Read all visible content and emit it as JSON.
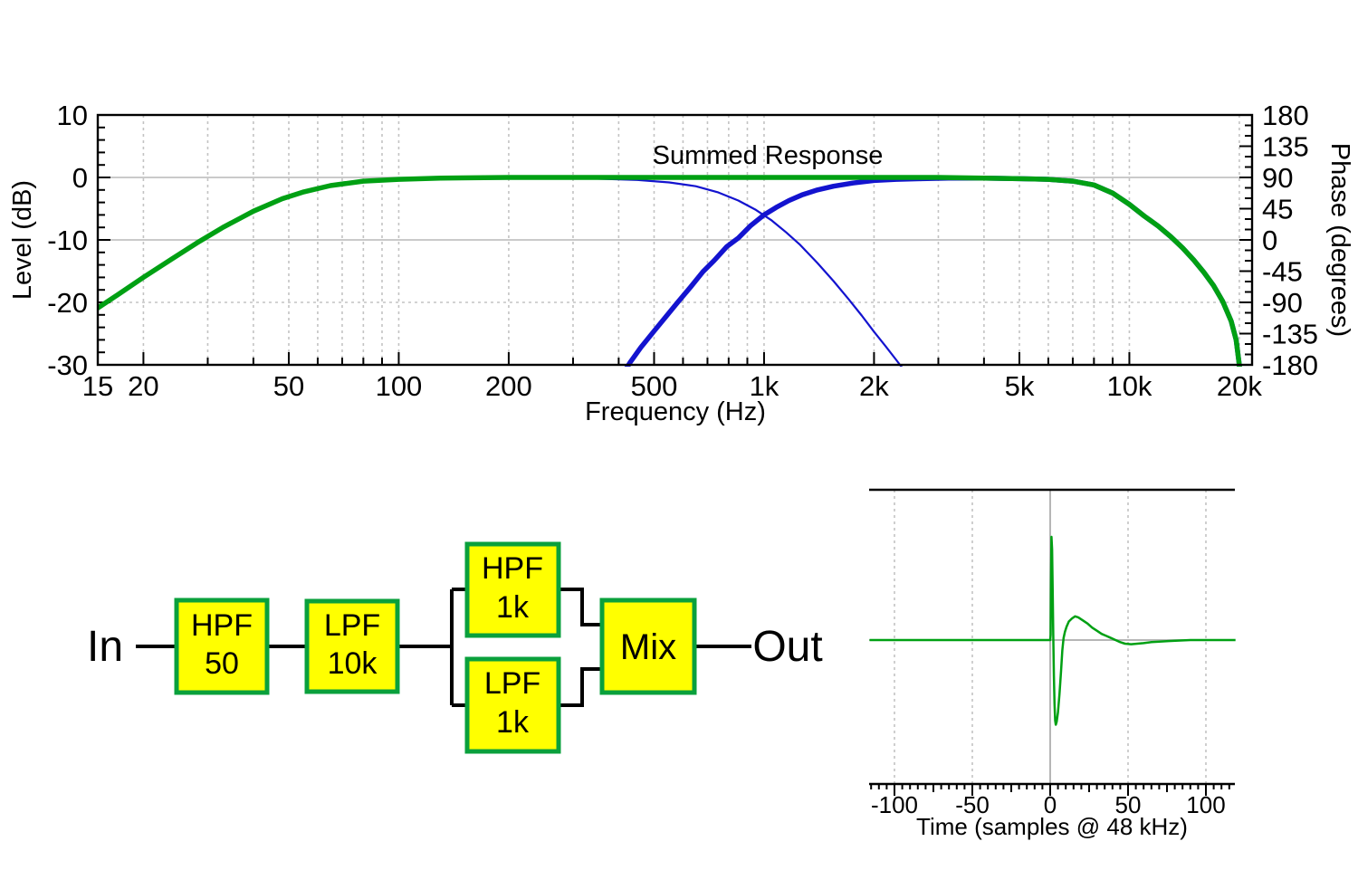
{
  "background": "#ffffff",
  "colors": {
    "curve_green": "#00a013",
    "curve_blue": "#1313cf",
    "grid_gray": "#c3c3c3",
    "axis_black": "#000000",
    "impulse_gray": "#b6b6b6",
    "box_fill": "#ffff00",
    "box_border": "#0aa03c",
    "connector": "#000000"
  },
  "chart_data": [
    {
      "id": "frequency-response",
      "type": "line",
      "annotation": "Summed Response",
      "xlabel": "Frequency (Hz)",
      "ylabel": "Level (dB)",
      "ylabel_right": "Phase (degrees)",
      "x_scale": "log",
      "xlim": [
        15,
        21700
      ],
      "ylim": [
        -30,
        10
      ],
      "y2lim": [
        -180,
        180
      ],
      "grid": true,
      "legend": "none",
      "x_major_ticks": [
        {
          "value": 15,
          "label": "15"
        },
        {
          "value": 20,
          "label": "20"
        },
        {
          "value": 50,
          "label": "50"
        },
        {
          "value": 100,
          "label": "100"
        },
        {
          "value": 200,
          "label": "200"
        },
        {
          "value": 500,
          "label": "500"
        },
        {
          "value": 1000,
          "label": "1k"
        },
        {
          "value": 2000,
          "label": "2k"
        },
        {
          "value": 5000,
          "label": "5k"
        },
        {
          "value": 10000,
          "label": "10k"
        },
        {
          "value": 20000,
          "label": "20k"
        }
      ],
      "x_minor_values": [
        30,
        40,
        60,
        70,
        80,
        90,
        300,
        400,
        600,
        700,
        800,
        900,
        3000,
        4000,
        6000,
        7000,
        8000,
        9000
      ],
      "y_left_ticks": [
        10,
        0,
        -10,
        -20,
        -30
      ],
      "y_left_minor_step": 2,
      "y_right_ticks": [
        180,
        135,
        90,
        45,
        0,
        -45,
        -90,
        -135,
        -180
      ],
      "y_right_minor_step": 15,
      "solid_hgrid_db": [
        0,
        -10
      ],
      "dashed_hgrid_db": [
        -20
      ],
      "series": [
        {
          "name": "LPF 1k branch",
          "color_key": "curve_blue",
          "width": 2.2,
          "points": [
            [
              15,
              -20.9
            ],
            [
              17,
              -18.8
            ],
            [
              20,
              -16
            ],
            [
              24,
              -13
            ],
            [
              28,
              -10.5
            ],
            [
              33,
              -8
            ],
            [
              40,
              -5.4
            ],
            [
              48,
              -3.4
            ],
            [
              55,
              -2.3
            ],
            [
              65,
              -1.3
            ],
            [
              80,
              -0.6
            ],
            [
              100,
              -0.3
            ],
            [
              150,
              -0.1
            ],
            [
              250,
              -0.1
            ],
            [
              350,
              -0.2
            ],
            [
              450,
              -0.4
            ],
            [
              550,
              -0.8
            ],
            [
              650,
              -1.4
            ],
            [
              750,
              -2.4
            ],
            [
              850,
              -3.7
            ],
            [
              950,
              -5.2
            ],
            [
              1050,
              -6.9
            ],
            [
              1150,
              -8.8
            ],
            [
              1250,
              -10.7
            ],
            [
              1400,
              -13.7
            ],
            [
              1550,
              -16.6
            ],
            [
              1700,
              -19.4
            ],
            [
              1850,
              -22.1
            ],
            [
              2000,
              -24.7
            ],
            [
              2150,
              -27
            ],
            [
              2300,
              -29.2
            ],
            [
              2500,
              -32
            ]
          ]
        },
        {
          "name": "HPF 1k branch",
          "color_key": "curve_blue",
          "width": 5.5,
          "points": [
            [
              410,
              -31.5
            ],
            [
              430,
              -29.6
            ],
            [
              460,
              -27.2
            ],
            [
              500,
              -24.6
            ],
            [
              540,
              -22.2
            ],
            [
              580,
              -20
            ],
            [
              630,
              -17.5
            ],
            [
              680,
              -15.1
            ],
            [
              730,
              -13.3
            ],
            [
              790,
              -11.1
            ],
            [
              850,
              -9.7
            ],
            [
              920,
              -7.7
            ],
            [
              1000,
              -6
            ],
            [
              1080,
              -4.8
            ],
            [
              1170,
              -3.7
            ],
            [
              1270,
              -2.8
            ],
            [
              1400,
              -2
            ],
            [
              1550,
              -1.4
            ],
            [
              1750,
              -0.9
            ],
            [
              2000,
              -0.5
            ],
            [
              2300,
              -0.3
            ],
            [
              2700,
              -0.2
            ],
            [
              3200,
              -0.1
            ],
            [
              4000,
              -0.1
            ],
            [
              5000,
              -0.2
            ],
            [
              6000,
              -0.3
            ],
            [
              7000,
              -0.6
            ],
            [
              8000,
              -1.2
            ],
            [
              9000,
              -2.5
            ],
            [
              10000,
              -4.3
            ],
            [
              11000,
              -6.2
            ],
            [
              12000,
              -7.8
            ],
            [
              13000,
              -9.5
            ],
            [
              14000,
              -11.3
            ],
            [
              15000,
              -13.2
            ],
            [
              16000,
              -15.2
            ],
            [
              17000,
              -17.3
            ],
            [
              18000,
              -19.8
            ],
            [
              19000,
              -23
            ],
            [
              19600,
              -26
            ],
            [
              20000,
              -30
            ],
            [
              20150,
              -33
            ]
          ]
        },
        {
          "name": "Summed Response",
          "color_key": "curve_green",
          "width": 5.5,
          "points": [
            [
              15,
              -20.9
            ],
            [
              17,
              -18.8
            ],
            [
              20,
              -16
            ],
            [
              24,
              -13
            ],
            [
              28,
              -10.5
            ],
            [
              33,
              -8
            ],
            [
              40,
              -5.4
            ],
            [
              48,
              -3.4
            ],
            [
              55,
              -2.3
            ],
            [
              65,
              -1.3
            ],
            [
              80,
              -0.6
            ],
            [
              100,
              -0.3
            ],
            [
              130,
              -0.1
            ],
            [
              200,
              0
            ],
            [
              400,
              0
            ],
            [
              1000,
              0
            ],
            [
              2000,
              0
            ],
            [
              3000,
              0
            ],
            [
              4000,
              -0.1
            ],
            [
              5000,
              -0.2
            ],
            [
              6000,
              -0.3
            ],
            [
              7000,
              -0.6
            ],
            [
              8000,
              -1.2
            ],
            [
              9000,
              -2.5
            ],
            [
              10000,
              -4.3
            ],
            [
              11000,
              -6.2
            ],
            [
              12000,
              -7.8
            ],
            [
              13000,
              -9.5
            ],
            [
              14000,
              -11.3
            ],
            [
              15000,
              -13.2
            ],
            [
              16000,
              -15.2
            ],
            [
              17000,
              -17.3
            ],
            [
              18000,
              -19.8
            ],
            [
              19000,
              -23
            ],
            [
              19600,
              -26
            ],
            [
              20000,
              -30
            ],
            [
              20150,
              -33
            ]
          ]
        }
      ]
    },
    {
      "id": "impulse-response",
      "type": "line",
      "xlabel": "Time (samples @ 48 kHz)",
      "xlim": [
        -116,
        119
      ],
      "x_tick_labels": [
        -100,
        -50,
        0,
        50,
        100
      ],
      "x_minor_step": 5,
      "grid": true,
      "series": [
        {
          "name": "Impulse response",
          "color_key": "curve_green",
          "width": 2.5,
          "points": [
            [
              -116,
              0
            ],
            [
              -60,
              0
            ],
            [
              -30,
              0
            ],
            [
              -10,
              0
            ],
            [
              -4,
              0
            ],
            [
              -2,
              0
            ],
            [
              -1,
              0
            ],
            [
              0,
              0
            ],
            [
              0.3,
              0.05
            ],
            [
              0.5,
              0.55
            ],
            [
              0.8,
              1
            ],
            [
              1.2,
              0.88
            ],
            [
              1.6,
              0.45
            ],
            [
              2,
              0.05
            ],
            [
              2.4,
              -0.35
            ],
            [
              2.8,
              -0.62
            ],
            [
              3.2,
              -0.78
            ],
            [
              3.6,
              -0.82
            ],
            [
              4.2,
              -0.79
            ],
            [
              5,
              -0.7
            ],
            [
              6,
              -0.52
            ],
            [
              7,
              -0.3
            ],
            [
              7.8,
              -0.1
            ],
            [
              8.6,
              0.02
            ],
            [
              9.5,
              0.08
            ],
            [
              10.5,
              0.13
            ],
            [
              12,
              0.18
            ],
            [
              14,
              0.21
            ],
            [
              16,
              0.23
            ],
            [
              18,
              0.22
            ],
            [
              21,
              0.19
            ],
            [
              24,
              0.16
            ],
            [
              27,
              0.12
            ],
            [
              30,
              0.09
            ],
            [
              33,
              0.06
            ],
            [
              36,
              0.04
            ],
            [
              39,
              0.02
            ],
            [
              42,
              0
            ],
            [
              45,
              -0.02
            ],
            [
              48,
              -0.035
            ],
            [
              52,
              -0.04
            ],
            [
              56,
              -0.035
            ],
            [
              60,
              -0.03
            ],
            [
              65,
              -0.02
            ],
            [
              70,
              -0.015
            ],
            [
              76,
              -0.01
            ],
            [
              82,
              -0.005
            ],
            [
              90,
              0
            ],
            [
              100,
              0
            ],
            [
              119,
              0
            ]
          ]
        }
      ]
    }
  ],
  "block_diagram": {
    "input_label": "In",
    "output_label": "Out",
    "boxes": [
      {
        "id": "hpf-50",
        "line1": "HPF",
        "line2": "50"
      },
      {
        "id": "lpf-10k",
        "line1": "LPF",
        "line2": "10k"
      },
      {
        "id": "hpf-1k",
        "line1": "HPF",
        "line2": "1k"
      },
      {
        "id": "lpf-1k",
        "line1": "LPF",
        "line2": "1k"
      },
      {
        "id": "mix",
        "label": "Mix"
      }
    ]
  }
}
